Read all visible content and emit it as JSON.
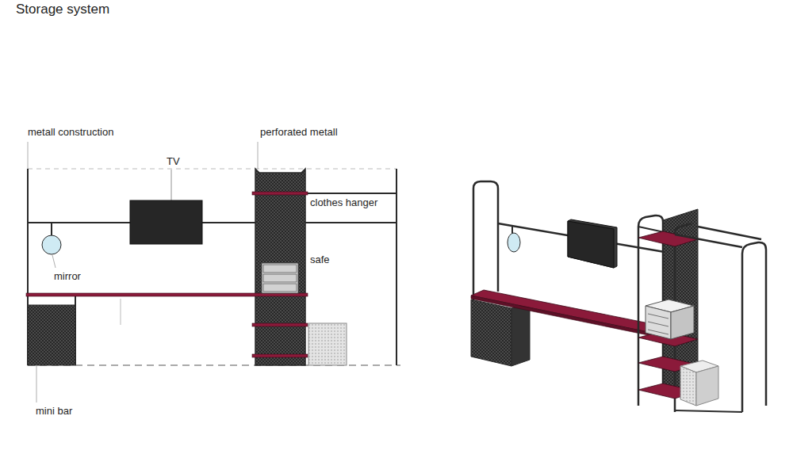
{
  "diagram": {
    "title": "Storage system",
    "labels": [
      "metall construction",
      "perforated metall",
      "TV",
      "clothes hanger",
      "safe",
      "mirror",
      "mini bar"
    ]
  }
}
